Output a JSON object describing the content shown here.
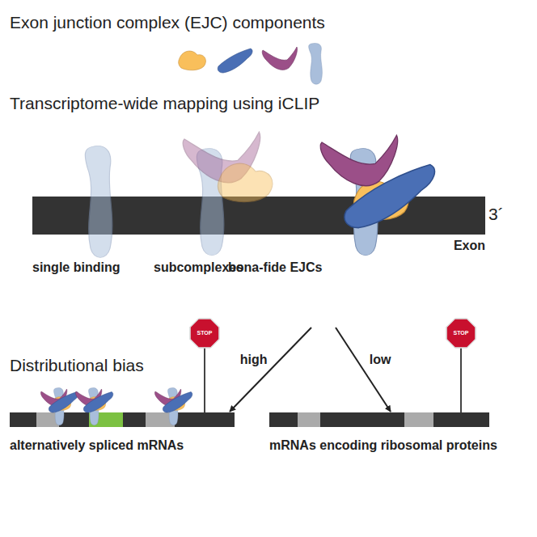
{
  "diagram": {
    "nodes": [
      {
        "text": [
          "3´",
          "Exon"
        ]
      },
      {
        "text": [
          "STOP",
          "alternatively spliced mRNAs"
        ]
      },
      {
        "text": [
          "STOP",
          "mRNAs encoding ribosomal proteins"
        ]
      }
    ],
    "edges": [
      {
        "from": 0,
        "to": 1,
        "arrow": "to",
        "label": "high"
      },
      {
        "from": 0,
        "to": 2,
        "arrow": "to",
        "label": "low"
      }
    ],
    "labels": [
      "Exon junction complex (EJC) components",
      "Transcriptome-wide mapping using iCLIP",
      "single binding",
      "subcomplexes",
      "bona-fide EJCs",
      "Distributional bias"
    ]
  }
}
